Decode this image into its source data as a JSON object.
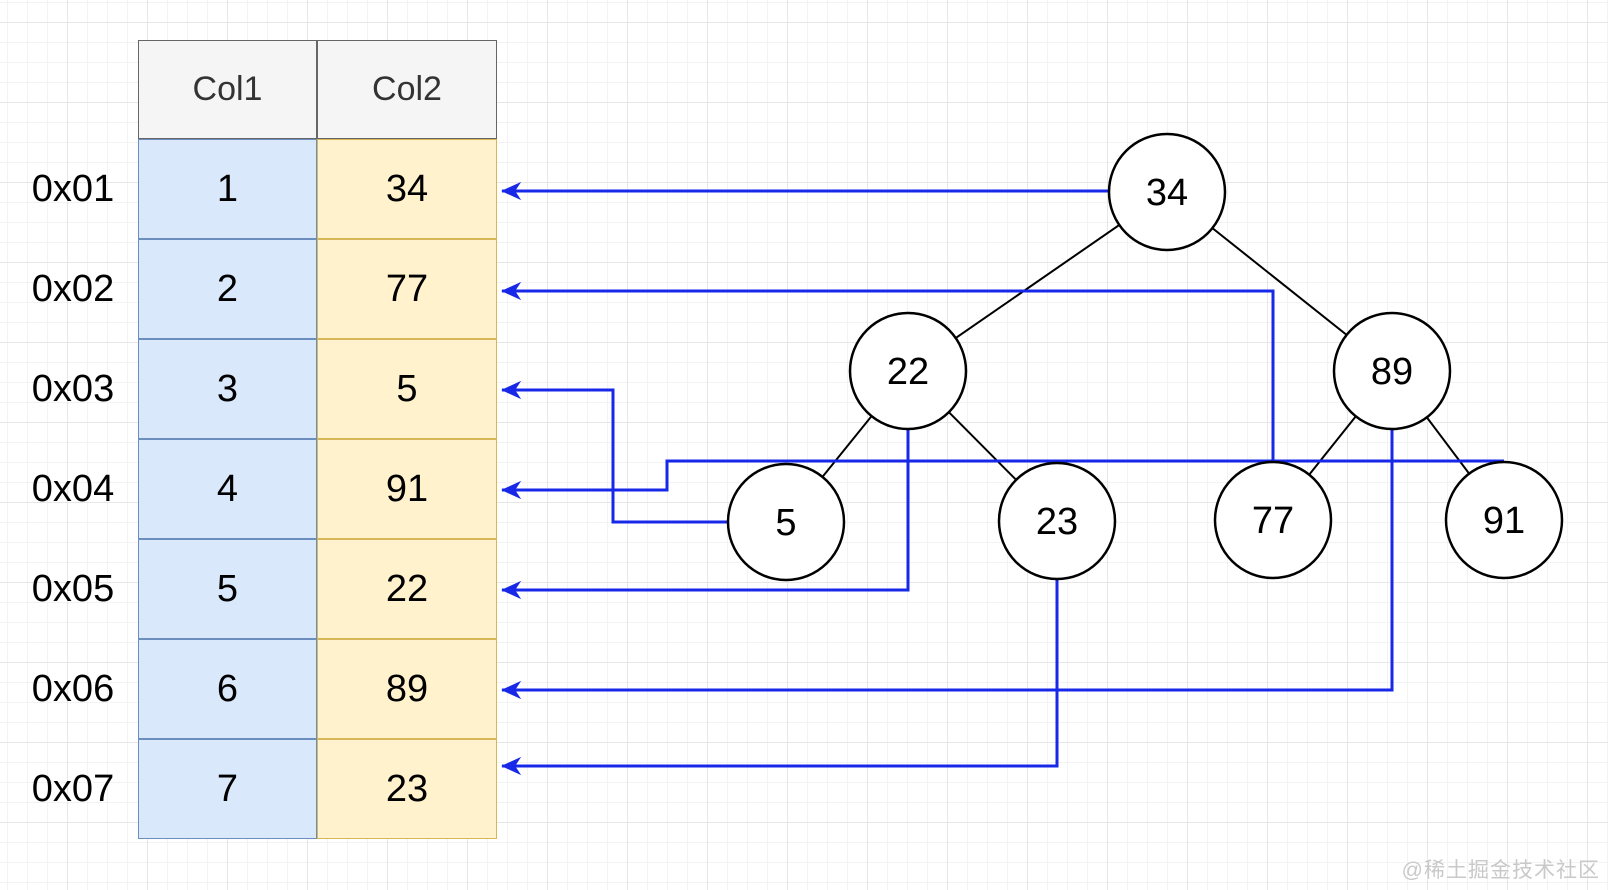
{
  "table": {
    "headers": [
      "Col1",
      "Col2"
    ],
    "rows": [
      {
        "addr": "0x01",
        "col1": "1",
        "col2": "34"
      },
      {
        "addr": "0x02",
        "col1": "2",
        "col2": "77"
      },
      {
        "addr": "0x03",
        "col1": "3",
        "col2": "5"
      },
      {
        "addr": "0x04",
        "col1": "4",
        "col2": "91"
      },
      {
        "addr": "0x05",
        "col1": "5",
        "col2": "22"
      },
      {
        "addr": "0x06",
        "col1": "6",
        "col2": "89"
      },
      {
        "addr": "0x07",
        "col1": "7",
        "col2": "23"
      }
    ]
  },
  "tree": {
    "nodes": [
      {
        "label": "34",
        "level": 0
      },
      {
        "label": "22",
        "level": 1
      },
      {
        "label": "89",
        "level": 1
      },
      {
        "label": "5",
        "level": 2
      },
      {
        "label": "23",
        "level": 2
      },
      {
        "label": "77",
        "level": 2
      },
      {
        "label": "91",
        "level": 2
      }
    ],
    "edges": [
      {
        "from": "34",
        "to": "22"
      },
      {
        "from": "34",
        "to": "89"
      },
      {
        "from": "22",
        "to": "5"
      },
      {
        "from": "22",
        "to": "23"
      },
      {
        "from": "89",
        "to": "77"
      },
      {
        "from": "89",
        "to": "91"
      }
    ],
    "arrow_links": [
      {
        "from_node": "34",
        "to_row": "0x01"
      },
      {
        "from_node": "77",
        "to_row": "0x02"
      },
      {
        "from_node": "5",
        "to_row": "0x03"
      },
      {
        "from_node": "91",
        "to_row": "0x04"
      },
      {
        "from_node": "22",
        "to_row": "0x05"
      },
      {
        "from_node": "89",
        "to_row": "0x06"
      },
      {
        "from_node": "23",
        "to_row": "0x07"
      }
    ]
  },
  "watermark": "@稀土掘金技术社区",
  "colors": {
    "col1_fill": "#dae8fc",
    "col1_border": "#6c8ebf",
    "col2_fill": "#fff2cc",
    "col2_border": "#d6b656",
    "header_fill": "#f5f5f5",
    "header_border": "#666666",
    "arrow_blue": "#1728e8",
    "node_fill": "#ffffff",
    "node_border": "#000000"
  }
}
